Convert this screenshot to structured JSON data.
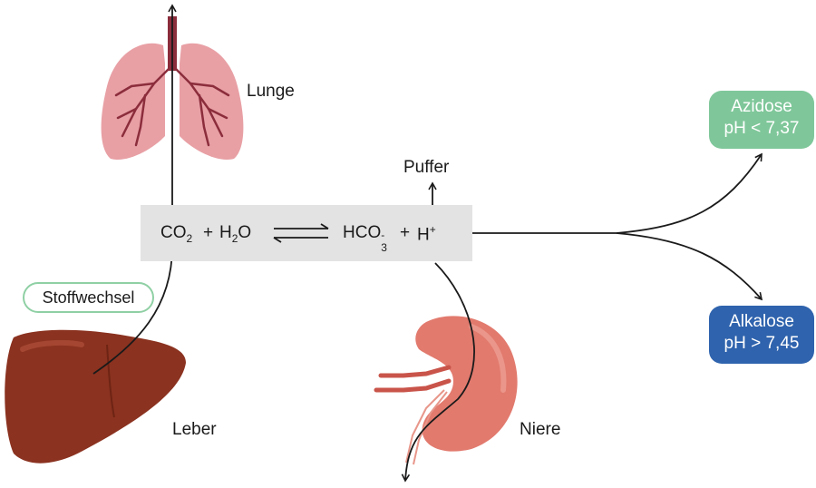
{
  "labels": {
    "lunge": "Lunge",
    "leber": "Leber",
    "niere": "Niere",
    "puffer": "Puffer",
    "stoffwechsel": "Stoffwechsel"
  },
  "equation": {
    "co": "CO",
    "co_sub": "2",
    "plus1": "+",
    "h": "H",
    "h_sub": "2",
    "o": "O",
    "hco": "HCO",
    "hco_sub": "3",
    "hco_sup": "-",
    "plus2": "+",
    "hplus": "H",
    "hplus_sup": "+"
  },
  "outcomes": {
    "azidose": {
      "title": "Azidose",
      "value": "pH < 7,37"
    },
    "alkalose": {
      "title": "Alkalose",
      "value": "pH > 7,45"
    }
  },
  "colors": {
    "azidose": "#7fc79a",
    "alkalose": "#2f63ad",
    "stoffwechsel_border": "#8fd0a4",
    "lung": "#e8a0a5",
    "lung_vessels": "#8c2d3c",
    "liver": "#8b3220",
    "kidney": "#e27a6e",
    "box": "#e3e3e3"
  },
  "icons": [
    "lung-icon",
    "liver-icon",
    "kidney-icon"
  ]
}
